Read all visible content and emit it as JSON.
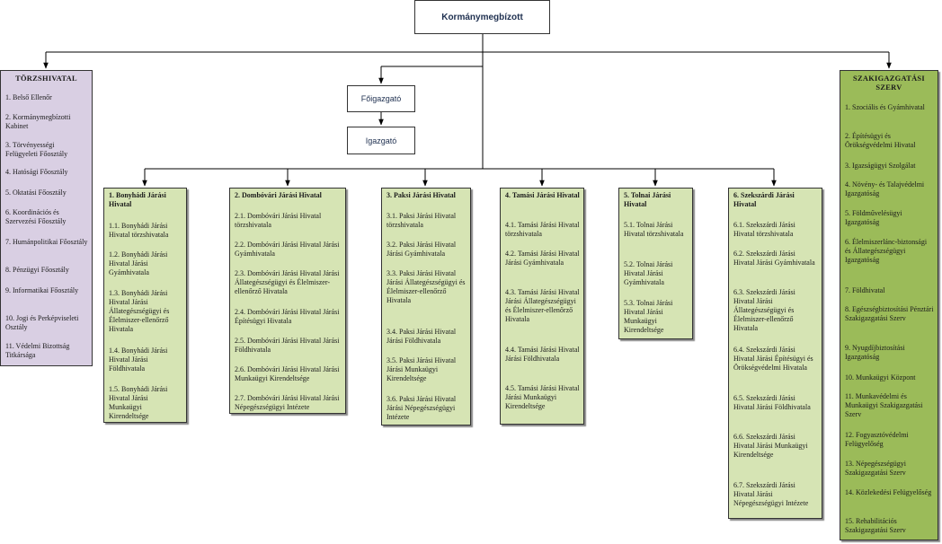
{
  "root": {
    "label": "Kormánymegbízott"
  },
  "chain": [
    {
      "label": "Főigazgató"
    },
    {
      "label": "Igazgató"
    }
  ],
  "torzshivatal": {
    "title": "TÖRZSHIVATAL",
    "items": [
      "1. Belső Ellenőr",
      "2. Kormánymegbízotti Kabinet",
      "3. Törvényességi Felügyeleti Főosztály",
      "4. Hatósági Főosztály",
      "5. Oktatási Főosztály",
      "6. Koordinációs és Szervezési Főosztály",
      "7. Humánpolitikai Főosztály",
      "8. Pénzügyi Főosztály",
      "9. Informatikai Főosztály",
      "10. Jogi és Perképviseleti Osztály",
      "11. Védelmi Bizottság Titkársága"
    ]
  },
  "szakigazgatasi": {
    "title": "SZAKIGAZGATÁSI SZERV",
    "items": [
      "1. Szociális és Gyámhivatal",
      "2. Építésügyi és Örökségvédelmi Hivatal",
      "3. Igazságügyi Szolgálat",
      "4. Növény- és Talajvédelmi Igazgatóság",
      "5. Földművelésügyi Igazgatóság",
      "6. Élelmiszerlánc-biztonsági és Állategészségügyi Igazgatóság",
      "7. Földhivatal",
      "8. Egészségbiztosítási Pénztári Szakigazgatási Szerv",
      "9. Nyugdíjbiztosítási Igazgatóság",
      "10. Munkaügyi Központ",
      "11. Munkavédelmi és Munkaügyi Szakigazgatási Szerv",
      "12. Fogyasztóvédelmi Felügyelőség",
      "13. Népegészségügyi Szakigazgatási Szerv",
      "14. Közlekedési Felügyelőség",
      "15. Rehabilitációs Szakigazgatási Szerv"
    ]
  },
  "jarasok": [
    {
      "title": "1. Bonyhádi Járási Hivatal",
      "items": [
        "1.1. Bonyhádi Járási Hivatal törzshivatala",
        "1.2. Bonyhádi Járási Hivatal Járási Gyámhivatala",
        "1.3. Bonyhádi Járási Hivatal Járási Állategészségügyi és Élelmiszer-ellenőrző Hivatala",
        "1.4. Bonyhádi Járási Hivatal Járási Földhivatala",
        "1.5. Bonyhádi Járási Hivatal Járási Munkaügyi Kirendeltsége"
      ]
    },
    {
      "title": "2. Dombóvári Járási Hivatal",
      "items": [
        "2.1. Dombóvári Járási Hivatal törzshivatala",
        "2.2. Dombóvári Járási Hivatal Járási Gyámhivatala",
        "2.3. Dombóvári Járási Hivatal Járási Állategészségügyi és Élelmiszer-ellenőrző Hivatala",
        "2.4. Dombóvári Járási Hivatal Járási Építésügyi Hivatala",
        "2.5. Dombóvári Járási Hivatal Járási Földhivatala",
        "2.6. Dombóvári Járási Hivatal Járási Munkaügyi Kirendeltsége",
        "2.7. Dombóvári Járási Hivatal Járási Népegészségügyi Intézete"
      ]
    },
    {
      "title": "3. Paksi Járási Hivatal",
      "items": [
        "3.1. Paksi Járási Hivatal törzshivatala",
        "3.2. Paksi Járási Hivatal Járási Gyámhivatala",
        "3.3. Paksi Járási Hivatal Járási Állategészségügyi és Élelmiszer-ellenőrző Hivatala",
        "3.4. Paksi Járási Hivatal Járási Földhivatala",
        "3.5. Paksi Járási Hivatal Járási Munkaügyi Kirendeltsége",
        "3.6. Paksi Járási Hivatal Járási Népegészségügyi Intézete"
      ]
    },
    {
      "title": "4. Tamási Járási Hivatal",
      "items": [
        "4.1. Tamási Járási Hivatal törzshivatala",
        "4.2. Tamási Járási Hivatal Járási Gyámhivatala",
        "4.3. Tamási Járási Hivatal Járási Állategészségügyi és Élelmiszer-ellenőrző Hivatala",
        "4.4. Tamási Járási Hivatal Járási Földhivatala",
        "4.5. Tamási Járási Hivatal Járási Munkaügyi Kirendeltsége"
      ]
    },
    {
      "title": "5. Tolnai Járási Hivatal",
      "items": [
        "5.1. Tolnai Járási Hivatal törzshivatala",
        "5.2. Tolnai Járási Hivatal Járási Gyámhivatala",
        "5.3. Tolnai Járási Hivatal Járási Munkaügyi Kirendeltsége"
      ]
    },
    {
      "title": "6. Szekszárdi Járási Hivatal",
      "items": [
        "6.1. Szekszárdi Járási Hivatal törzshivatala",
        "6.2. Szekszárdi Járási Hivatal Járási Gyámhivatala",
        "6.3. Szekszárdi Járási Hivatal Járási Állategészségügyi és Élelmiszer-ellenőrző Hivatala",
        "6.4. Szekszárdi Járási Hivatal Járási Építésügyi és Örökségvédelmi Hivatala",
        "6.5. Szekszárdi Járási Hivatal Járási Földhivatala",
        "6.6. Szekszárdi Járási Hivatal Járási Munkaügyi Kirendeltsége",
        "6.7. Szekszárdi Járási Hivatal Járási Népegészségügyi Intézete"
      ]
    }
  ]
}
